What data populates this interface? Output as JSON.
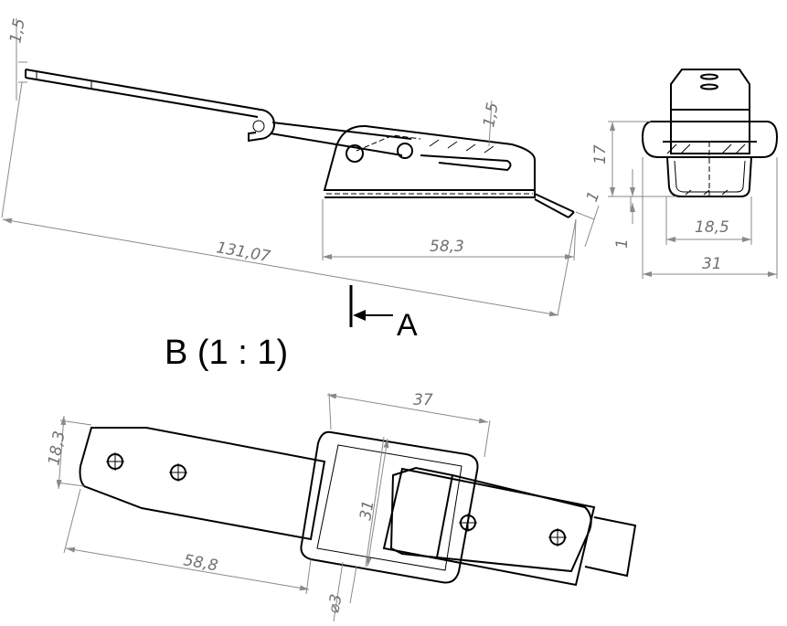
{
  "title": "B (1 : 1)",
  "section_marker": "A",
  "dimensions": {
    "side_thickness": "1,5",
    "hook_thickness": "1,5",
    "overall_length": "131,07",
    "housing_length": "58,3",
    "tip_thickness": "1",
    "end_height": "17",
    "end_base": "1",
    "end_inner_width": "18,5",
    "end_outer_width": "31",
    "plan_frame_length": "37",
    "plan_plate_width": "18,3",
    "plan_frame_width": "31",
    "plan_plate_length": "58,8",
    "plan_wire_diameter": "⌀3"
  },
  "colors": {
    "line": "#000000",
    "dimension": "#8a8a8a"
  }
}
